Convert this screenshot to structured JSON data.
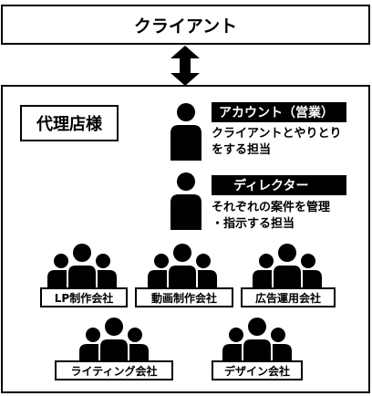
{
  "client": {
    "label": "クライアント"
  },
  "agency": {
    "label": "代理店様"
  },
  "roles": [
    {
      "title": "アカウント（営業）",
      "desc_lines": [
        "クライアントとやりとり",
        "をする担当"
      ]
    },
    {
      "title": "ディレクター",
      "desc_lines": [
        "それぞれの案件を管理",
        "・指示する担当"
      ]
    }
  ],
  "companies": [
    {
      "label": "LP制作会社"
    },
    {
      "label": "動画制作会社"
    },
    {
      "label": "広告運用会社"
    },
    {
      "label": "ライティング会社"
    },
    {
      "label": "デザイン会社"
    }
  ]
}
